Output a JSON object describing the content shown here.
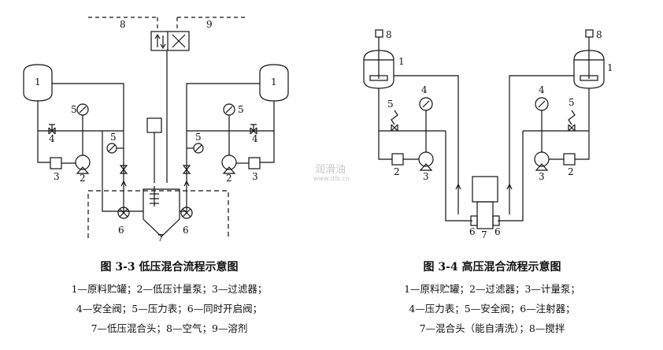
{
  "left": {
    "title": "图 3-3   低压混合流程示意图",
    "legend": [
      "1—原料贮罐；2—低压计量泵；3—过滤器；",
      "4—安全阀；5—压力表；6—同时开启阀；",
      "7—低压混合头；8—空气；9—溶剂"
    ],
    "labels": {
      "tank_l": "1",
      "tank_r": "1",
      "pump_l": "2",
      "pump_r": "2",
      "filter_l": "3",
      "filter_r": "3",
      "safety_l": "4",
      "safety_r": "4",
      "gauge_l": "5",
      "gauge_r": "5",
      "gauge_lc": "5",
      "gauge_rc": "5",
      "valve_l": "6",
      "valve_r": "6",
      "mixhead": "7",
      "air": "8",
      "solvent": "9"
    }
  },
  "right": {
    "title": "图 3-4   高压混合流程示意图",
    "legend": [
      "1—原料贮罐；2—过滤器；3—计量泵；",
      "4—压力表；5—安全阀；6—注射器；",
      "7—混合头（能自清洗）；8—搅拌"
    ],
    "labels": {
      "stirrer_l": "8",
      "stirrer_r": "8",
      "tank_l": "1",
      "tank_r": "1",
      "gauge_l": "4",
      "gauge_r": "4",
      "safety_l": "5",
      "safety_r": "5",
      "filter_l": "2",
      "filter_r": "2",
      "pump_l": "3",
      "pump_r": "3",
      "inj_l": "6",
      "inj_r": "6",
      "mixhead": "7"
    }
  },
  "watermark": {
    "line1": "润滑油",
    "line2": "www.dlb.cn"
  }
}
